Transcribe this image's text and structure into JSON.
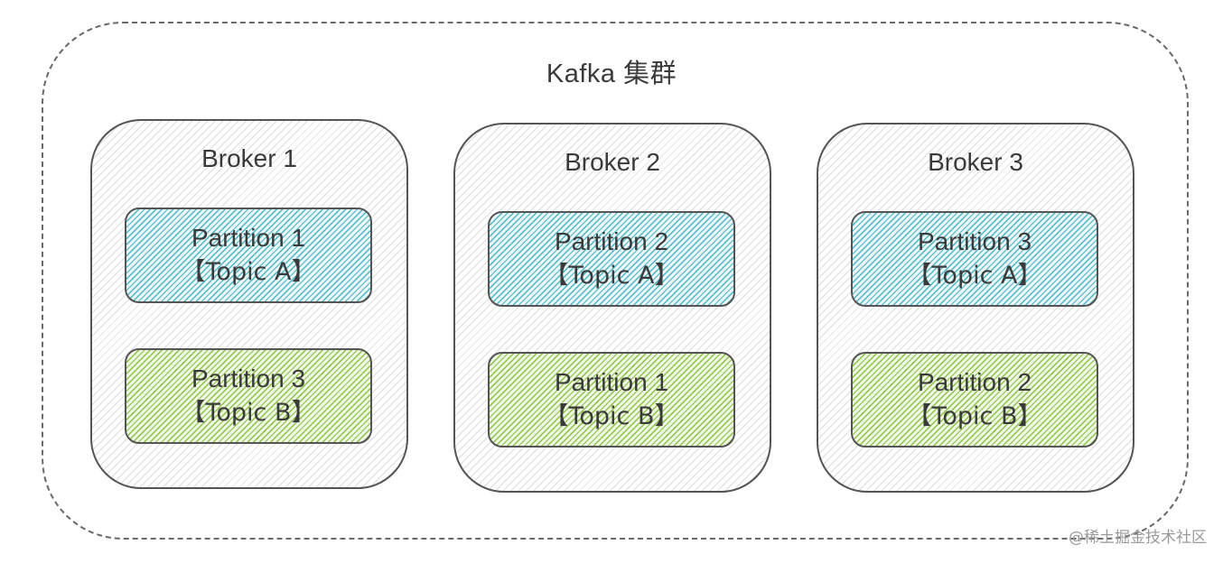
{
  "diagram": {
    "cluster_title": "Kafka 集群",
    "brokers": [
      {
        "title": "Broker 1",
        "partitions": [
          {
            "label": "Partition 1",
            "topic": "【Topic A】"
          },
          {
            "label": "Partition 3",
            "topic": "【Topic B】"
          }
        ]
      },
      {
        "title": "Broker 2",
        "partitions": [
          {
            "label": "Partition 2",
            "topic": "【Topic A】"
          },
          {
            "label": "Partition 1",
            "topic": "【Topic B】"
          }
        ]
      },
      {
        "title": "Broker 3",
        "partitions": [
          {
            "label": "Partition 3",
            "topic": "【Topic A】"
          },
          {
            "label": "Partition 2",
            "topic": "【Topic B】"
          }
        ]
      }
    ],
    "colors": {
      "topic_a": "#30aabe",
      "topic_b": "#7db928",
      "broker_fill": "#bebebe",
      "border": "#555555"
    }
  },
  "watermark": "@稀土掘金技术社区"
}
